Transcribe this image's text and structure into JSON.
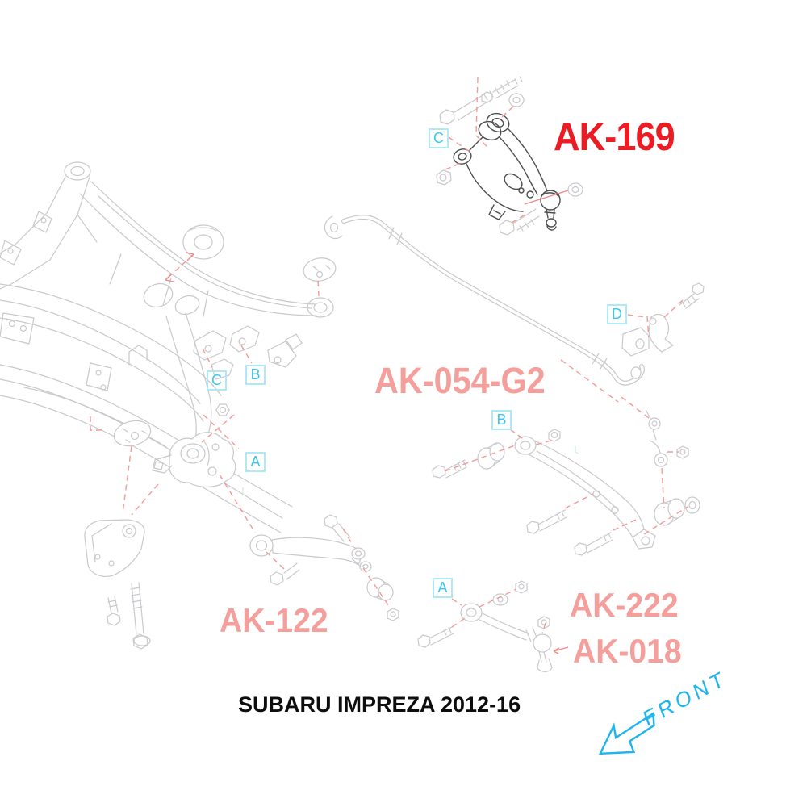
{
  "diagram_title": "SUBARU IMPREZA 2012-16",
  "front_label": "FRONT",
  "part_labels": {
    "ak169": "AK-169",
    "ak054": "AK-054-G2",
    "ak122": "AK-122",
    "ak222": "AK-222",
    "ak018": "AK-018"
  },
  "markers": {
    "c1": "C",
    "c2": "C",
    "b1": "B",
    "b2": "B",
    "a1": "A",
    "a2": "A",
    "d": "D"
  },
  "colors": {
    "highlight_red": "#ec1c24",
    "label_pink": "#f49f9c",
    "leader_red": "#f29a97",
    "marker_cyan": "#3cc7ee",
    "marker_border": "#aeeaf6",
    "front_cyan": "#1cb5ef",
    "line_gray": "#c9c9cd",
    "dark_part": "#4d4d4d"
  }
}
